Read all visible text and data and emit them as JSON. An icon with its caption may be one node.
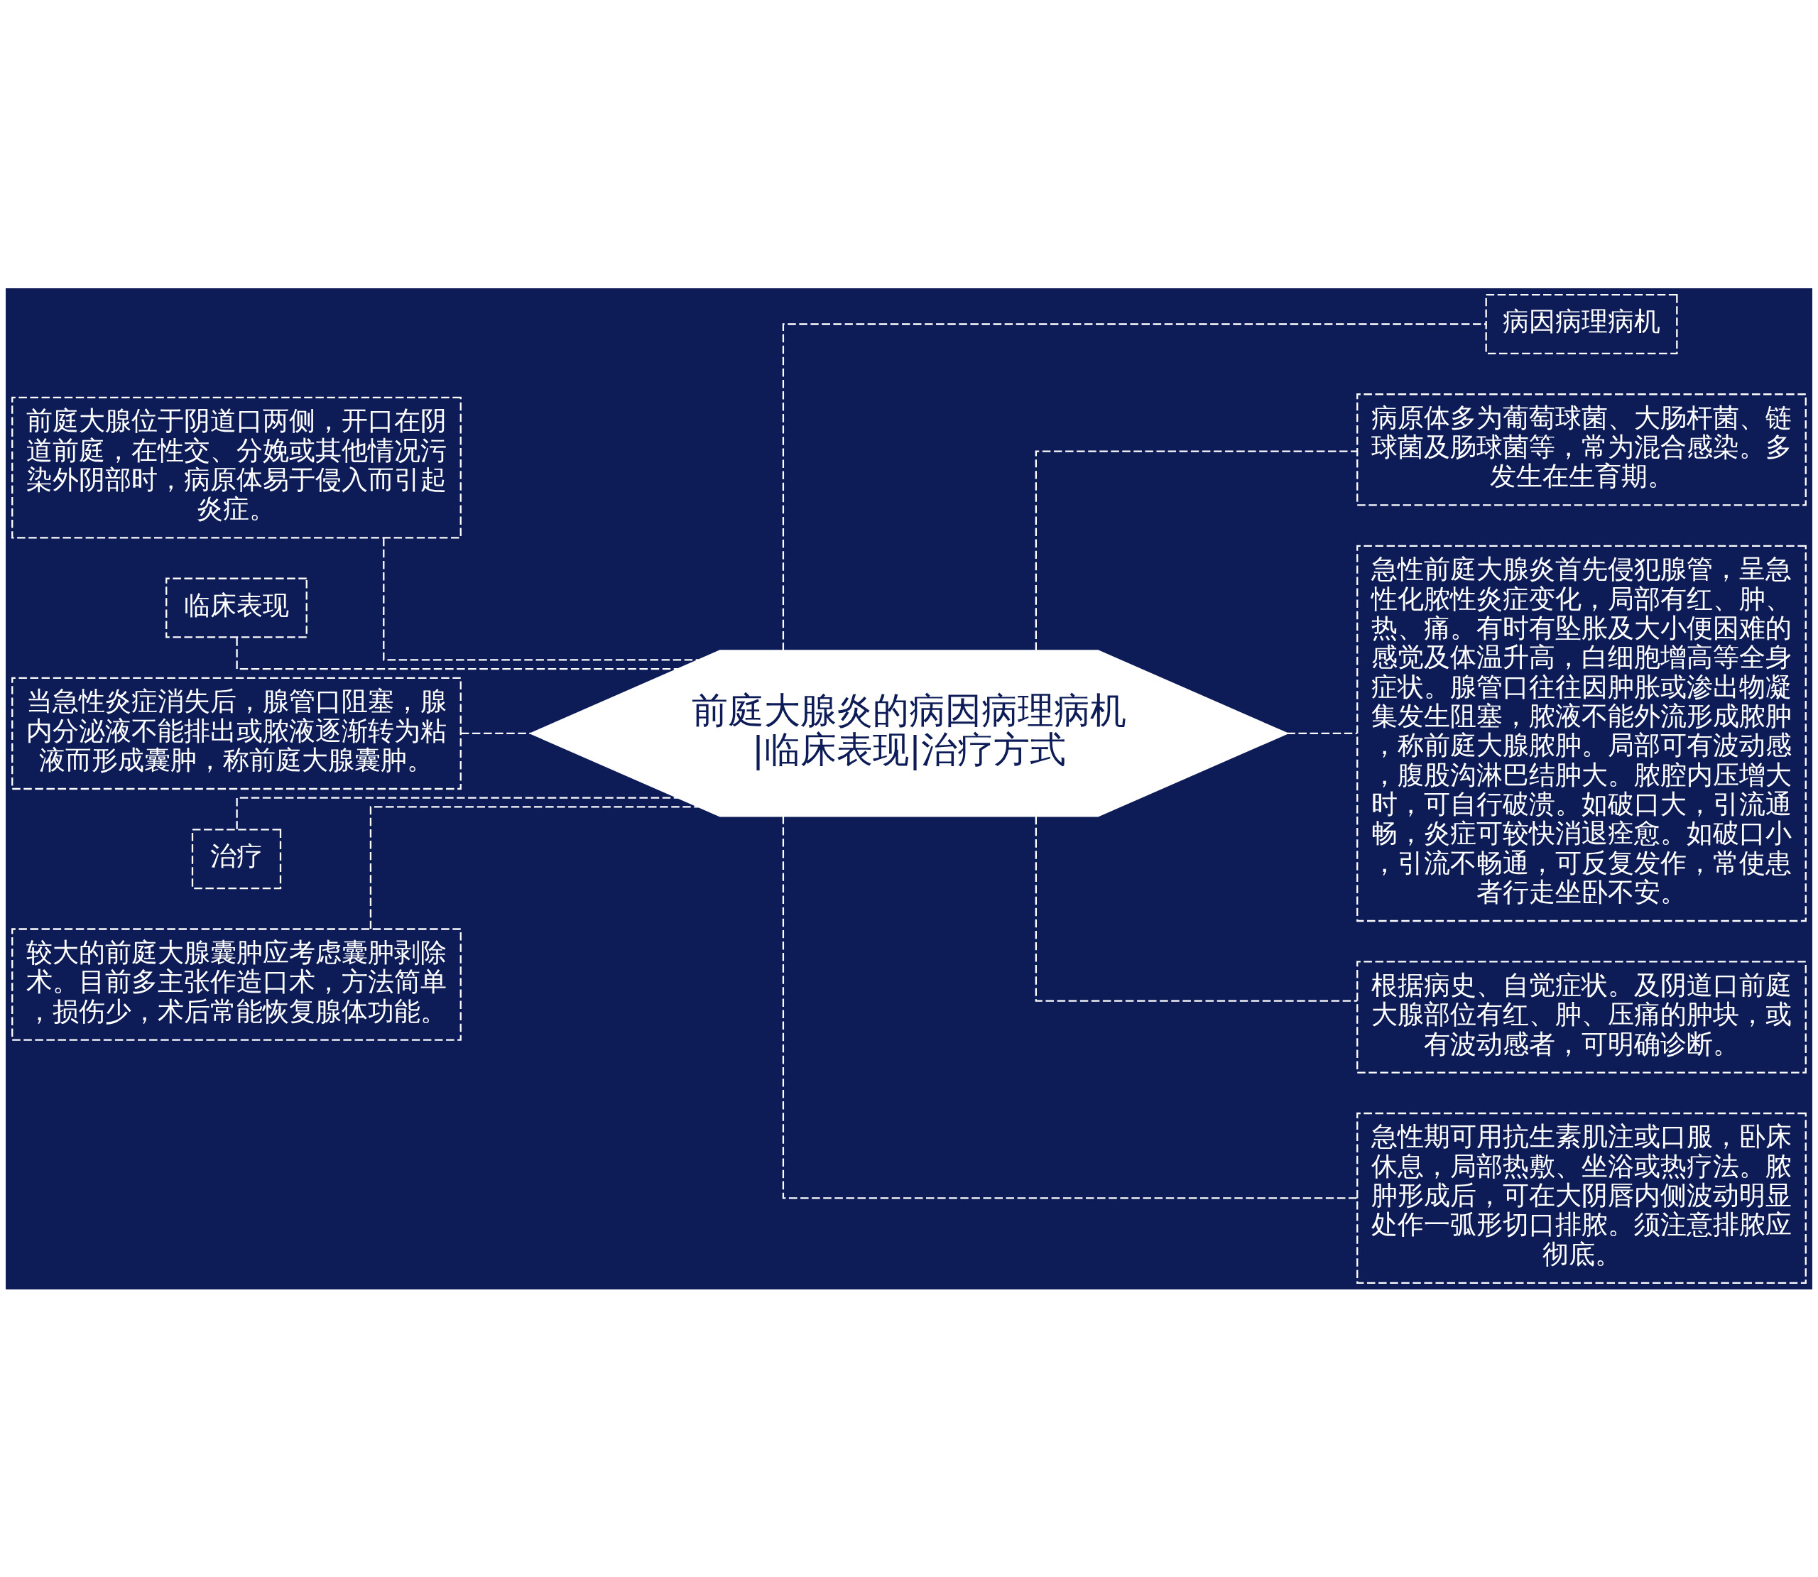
{
  "diagram": {
    "nodes": [
      {
        "text": [
          "前庭大腺炎的病因病理病机|临床表现|治疗方式"
        ]
      },
      {
        "text": [
          "病因病理病机"
        ]
      },
      {
        "text": [
          "病原体多为葡萄球菌、大肠杆菌、链球菌及肠球菌等，常为混合感染。多发生在生育期。"
        ]
      },
      {
        "text": [
          "急性前庭大腺炎首先侵犯腺管，呈急性化脓性炎症变化，局部有红、肿、热、痛。有时有坠胀及大小便困难的感觉及体温升高，白细胞增高等全身症状。腺管口往往因肿胀或渗出物凝集发生阻塞，脓液不能外流形成脓肿，称前庭大腺脓肿。局部可有波动感，腹股沟淋巴结肿大。脓腔内压增大时，可自行破溃。如破口大，引流通畅，炎症可较快消退痊愈。如破口小，引流不畅通，可反复发作，常使患者行走坐卧不安。"
        ]
      },
      {
        "text": [
          "根据病史、自觉症状。及阴道口前庭大腺部位有红、肿、压痛的肿块，或有波动感者，可明确诊断。"
        ]
      },
      {
        "text": [
          "急性期可用抗生素肌注或口服，卧床休息，局部热敷、坐浴或热疗法。脓肿形成后，可在大阴唇内侧波动明显处作一弧形切口排脓。须注意排脓应彻底。"
        ]
      },
      {
        "text": [
          "前庭大腺位于阴道口两侧，开口在阴道前庭，在性交、分娩或其他情况污染外阴部时，病原体易于侵入而引起炎症。"
        ]
      },
      {
        "text": [
          "临床表现"
        ]
      },
      {
        "text": [
          "当急性炎症消失后，腺管口阻塞，腺内分泌液不能排出或脓液逐渐转为粘液而形成囊肿，称前庭大腺囊肿。"
        ]
      },
      {
        "text": [
          "治疗"
        ]
      },
      {
        "text": [
          "较大的前庭大腺囊肿应考虑囊肿剥除术。目前多主张作造口术，方法简单，损伤少，术后常能恢复腺体功能。"
        ]
      }
    ],
    "edges": [
      {
        "from": 0,
        "to": 1,
        "arrow": "none",
        "style": "dashed"
      },
      {
        "from": 0,
        "to": 2,
        "arrow": "none",
        "style": "dashed"
      },
      {
        "from": 0,
        "to": 3,
        "arrow": "none",
        "style": "dashed"
      },
      {
        "from": 0,
        "to": 4,
        "arrow": "none",
        "style": "dashed"
      },
      {
        "from": 0,
        "to": 5,
        "arrow": "none",
        "style": "dashed"
      },
      {
        "from": 0,
        "to": 6,
        "arrow": "none",
        "style": "dashed"
      },
      {
        "from": 0,
        "to": 7,
        "arrow": "none",
        "style": "dashed"
      },
      {
        "from": 0,
        "to": 8,
        "arrow": "none",
        "style": "dashed"
      },
      {
        "from": 0,
        "to": 9,
        "arrow": "none",
        "style": "dashed"
      },
      {
        "from": 0,
        "to": 10,
        "arrow": "none",
        "style": "dashed"
      }
    ]
  }
}
